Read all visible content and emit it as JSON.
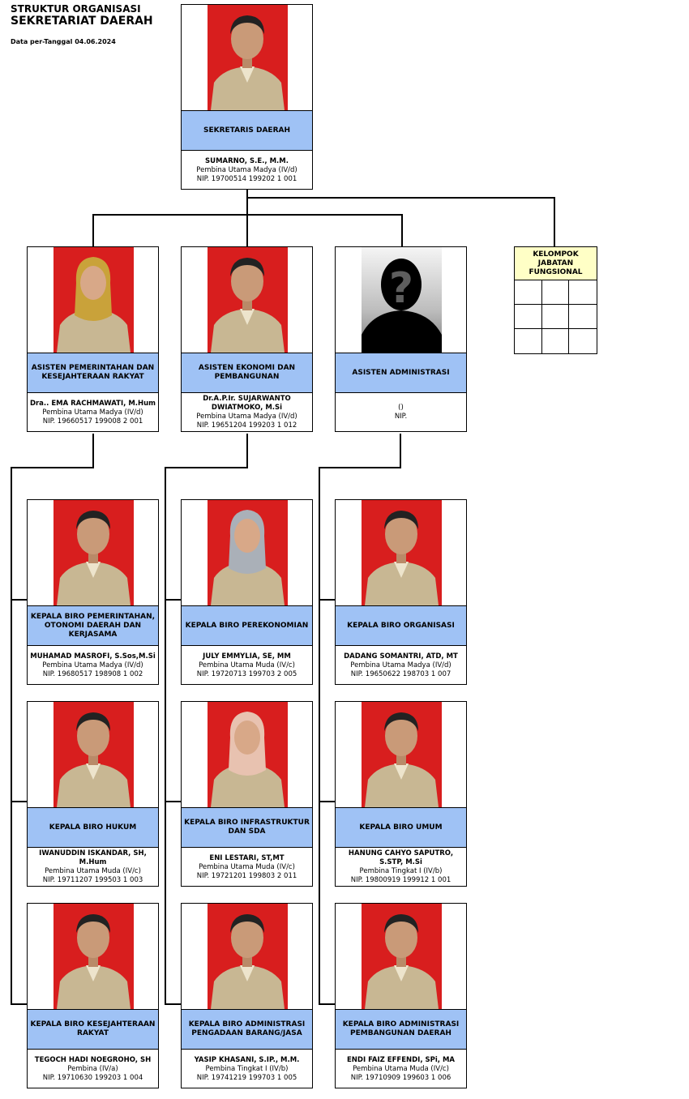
{
  "header": {
    "line1": "STRUKTUR ORGANISASI",
    "line2": "SEKRETARIAT DAERAH",
    "date": "Data per-Tanggal 04.06.2024"
  },
  "colors": {
    "photo_bg": "#d81e1e",
    "title_bg": "#9fc2f5",
    "fungsional_bg": "#ffffc6"
  },
  "cards": [
    {
      "title": "SEKRETARIS DAERAH",
      "name": "SUMARNO, S.E., M.M.",
      "rank": "Pembina Utama Madya (IV/d)",
      "nip": "NIP. 19700514 199202 1 001",
      "photo": "official-portrait-male"
    },
    {
      "title": "ASISTEN PEMERINTAHAN DAN KESEJAHTERAAN RAKYAT",
      "name": "Dra.. EMA RACHMAWATI, M.Hum",
      "rank": "Pembina Utama Madya (IV/d)",
      "nip": "NIP. 19660517 199008 2 001",
      "photo": "official-portrait-female-hijab"
    },
    {
      "title": "ASISTEN EKONOMI DAN PEMBANGUNAN",
      "name": "Dr.A.P.Ir. SUJARWANTO DWIATMOKO, M.Si",
      "rank": "Pembina Utama Madya (IV/d)",
      "nip": "NIP. 19651204 199203 1 012",
      "photo": "official-portrait-male"
    },
    {
      "title": "ASISTEN ADMINISTRASI",
      "name": "()",
      "rank": "",
      "nip": "NIP.",
      "photo": "placeholder-question-mark-silhouette"
    },
    {
      "title": "KEPALA BIRO PEMERINTAHAN, OTONOMI DAERAH DAN KERJASAMA",
      "name": "MUHAMAD MASROFI, S.Sos,M.Si",
      "rank": "Pembina Utama Madya (IV/d)",
      "nip": "NIP. 19680517 198908 1 002",
      "photo": "official-portrait-male"
    },
    {
      "title": "KEPALA BIRO PEREKONOMIAN",
      "name": "JULY EMMYLIA, SE, MM",
      "rank": "Pembina Utama Muda (IV/c)",
      "nip": "NIP. 19720713 199703 2 005",
      "photo": "official-portrait-female-hijab"
    },
    {
      "title": "KEPALA BIRO ORGANISASI",
      "name": "DADANG SOMANTRI, ATD, MT",
      "rank": "Pembina Utama Madya (IV/d)",
      "nip": "NIP. 19650622 198703 1 007",
      "photo": "official-portrait-male"
    },
    {
      "title": "KEPALA BIRO HUKUM",
      "name": "IWANUDDIN ISKANDAR, SH, M.Hum",
      "rank": "Pembina Utama Muda (IV/c)",
      "nip": "NIP. 19711207 199503 1 003",
      "photo": "official-portrait-male"
    },
    {
      "title": "KEPALA BIRO INFRASTRUKTUR DAN SDA",
      "name": "ENI LESTARI, ST,MT",
      "rank": "Pembina Utama Muda (IV/c)",
      "nip": "NIP. 19721201 199803 2 011",
      "photo": "official-portrait-female-hijab"
    },
    {
      "title": "KEPALA BIRO UMUM",
      "name": "HANUNG CAHYO SAPUTRO, S.STP, M.Si",
      "rank": "Pembina Tingkat I (IV/b)",
      "nip": "NIP. 19800919 199912 1 001",
      "photo": "official-portrait-male"
    },
    {
      "title": "KEPALA BIRO KESEJAHTERAAN RAKYAT",
      "name": "TEGOCH HADI NOEGROHO, SH",
      "rank": "Pembina (IV/a)",
      "nip": "NIP. 19710630 199203 1 004",
      "photo": "official-portrait-male"
    },
    {
      "title": "KEPALA BIRO ADMINISTRASI PENGADAAN BARANG/JASA",
      "name": "YASIP KHASANI, S.IP., M.M.",
      "rank": "Pembina Tingkat I (IV/b)",
      "nip": "NIP. 19741219 199703 1 005",
      "photo": "official-portrait-male"
    },
    {
      "title": "KEPALA BIRO ADMINISTRASI PEMBANGUNAN DAERAH",
      "name": "ENDI FAIZ EFFENDI, SPi, MA",
      "rank": "Pembina Utama Muda (IV/c)",
      "nip": "NIP. 19710909 199603 1 006",
      "photo": "official-portrait-male"
    }
  ],
  "fungsional": {
    "title": "KELOMPOK JABATAN FUNGSIONAL"
  }
}
